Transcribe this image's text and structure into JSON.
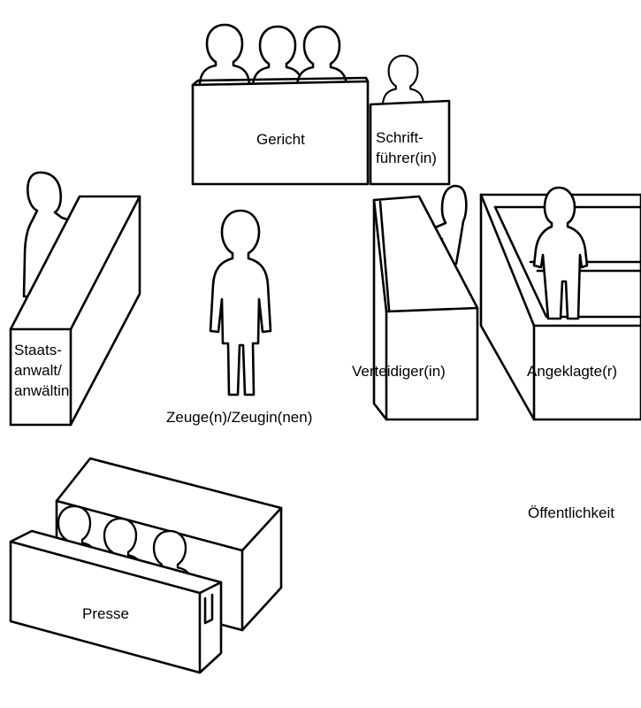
{
  "labels": {
    "gericht": "Gericht",
    "schriftfuehrer": "Schrift-\nführer(in)",
    "staatsanwalt": "Staats-\nanwalt/\nanwältin",
    "zeuge": "Zeuge(n)/Zeugin(nen)",
    "verteidiger": "Verteidiger(in)",
    "angeklagte": "Angeklagte(r)",
    "oeffentlichkeit": "Öffentlichkeit",
    "presse": "Presse"
  },
  "colors": {
    "line": "#000000",
    "background": "#ffffff"
  },
  "icons": [
    "judge-figure-icon",
    "clerk-figure-icon",
    "prosecutor-figure-icon",
    "witness-figure-icon",
    "defender-figure-icon",
    "defendant-figure-icon",
    "press-figure-icon"
  ]
}
